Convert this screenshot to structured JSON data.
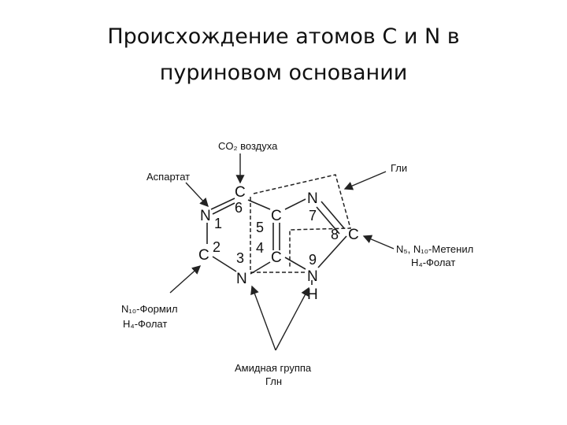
{
  "title": {
    "line1": "Происхождение атомов C и N в",
    "line2": "пуриновом основании"
  },
  "atoms": {
    "c6": "C",
    "n1": "N",
    "c2": "C",
    "n3": "N",
    "c5": "C",
    "c4": "C",
    "n7": "N",
    "c8": "C",
    "n9": "N",
    "h9": "H"
  },
  "numbers": {
    "n1": "1",
    "n2": "2",
    "n3": "3",
    "n4": "4",
    "n5": "5",
    "n6": "6",
    "n7": "7",
    "n8": "8",
    "n9": "9"
  },
  "sources": {
    "co2": "CO₂ воздуха",
    "aspartate": "Аспартат",
    "glycine": "Гли",
    "methenyl_line1": "N₅, N₁₀-Метенил",
    "methenyl_line2": "H₄-Фолат",
    "formyl_line1": "N₁₀-Формил",
    "formyl_line2": "H₄-Фолат",
    "amide_line1": "Амидная группа",
    "amide_line2": "Глн"
  }
}
